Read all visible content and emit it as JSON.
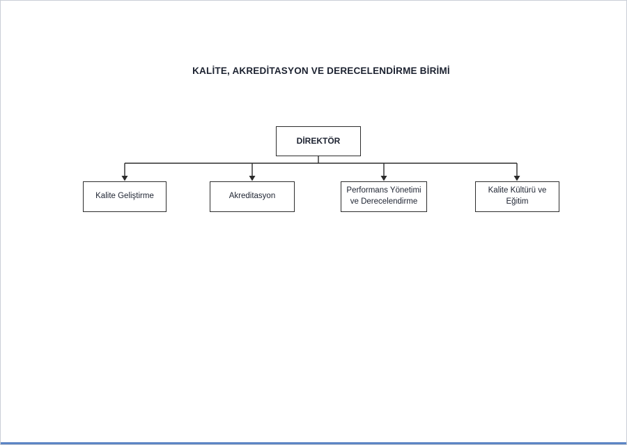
{
  "title": "KALİTE, AKREDİTASYON VE DERECELENDİRME BİRİMİ",
  "chart_data": {
    "type": "org-chart",
    "root": {
      "label": "DİREKTÖR"
    },
    "nodes": [
      {
        "label": "Kalite Geliştirme"
      },
      {
        "label": "Akreditasyon"
      },
      {
        "label": "Performans Yönetimi ve Derecelendirme"
      },
      {
        "label": "Kalite Kültürü ve Eğitim"
      }
    ]
  },
  "colors": {
    "box_border": "#2b2b2b",
    "text": "#1c2230",
    "connector": "#2b2b2b",
    "window_edge": "#5b84c4"
  }
}
